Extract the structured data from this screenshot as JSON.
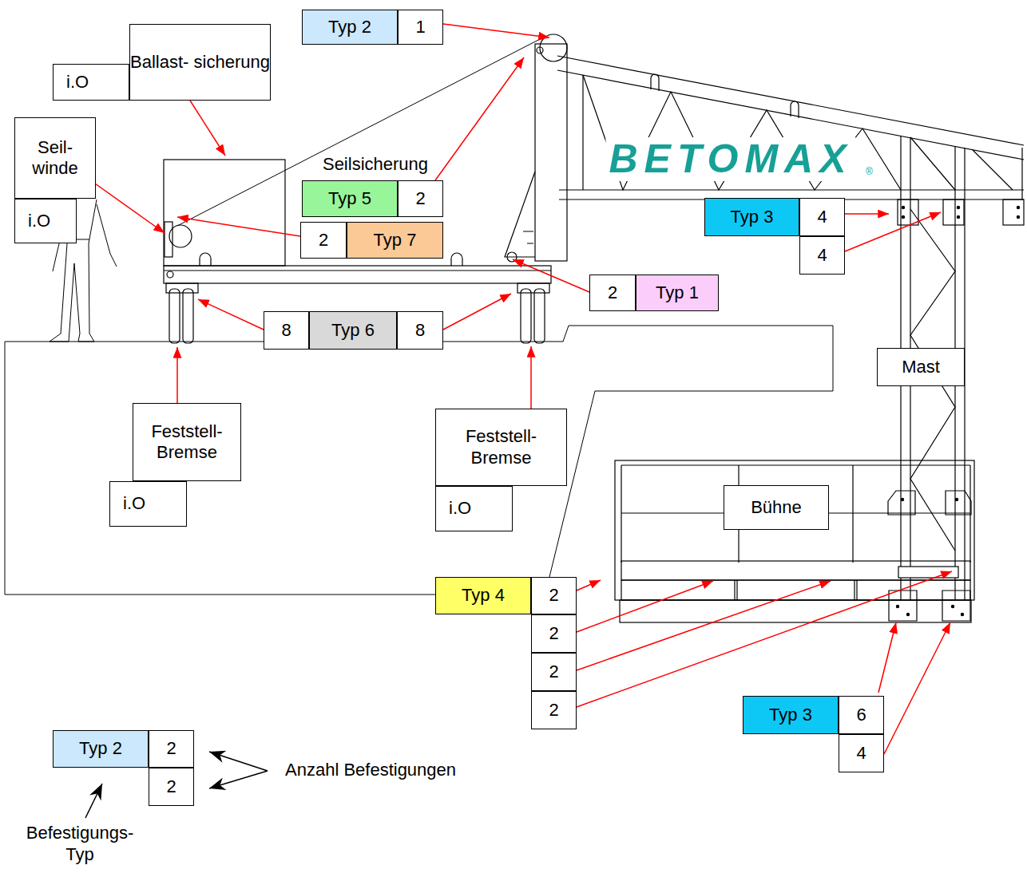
{
  "diagram": {
    "nodes": [
      {
        "text": [
          "Typ 2"
        ]
      },
      {
        "text": [
          "1"
        ]
      },
      {
        "text": [
          "Ballast- sicherung"
        ]
      },
      {
        "text": [
          "i.O"
        ]
      },
      {
        "text": [
          "Seil- winde"
        ]
      },
      {
        "text": [
          "i.O"
        ]
      },
      {
        "text": [
          "Typ 5"
        ]
      },
      {
        "text": [
          "2"
        ]
      },
      {
        "text": [
          "2"
        ]
      },
      {
        "text": [
          "Typ 7"
        ]
      },
      {
        "text": [
          "Typ 3"
        ]
      },
      {
        "text": [
          "4"
        ]
      },
      {
        "text": [
          "4"
        ]
      },
      {
        "text": [
          "2"
        ]
      },
      {
        "text": [
          "Typ 1"
        ]
      },
      {
        "text": [
          "8"
        ]
      },
      {
        "text": [
          "Typ 6"
        ]
      },
      {
        "text": [
          "8"
        ]
      },
      {
        "text": [
          "Mast"
        ]
      },
      {
        "text": [
          "Feststell- Bremse"
        ]
      },
      {
        "text": [
          "i.O"
        ]
      },
      {
        "text": [
          "Feststell- Bremse"
        ]
      },
      {
        "text": [
          "i.O"
        ]
      },
      {
        "text": [
          "Bühne"
        ]
      },
      {
        "text": [
          "Typ 4"
        ]
      },
      {
        "text": [
          "2"
        ]
      },
      {
        "text": [
          "2"
        ]
      },
      {
        "text": [
          "2"
        ]
      },
      {
        "text": [
          "2"
        ]
      },
      {
        "text": [
          "Typ 3"
        ]
      },
      {
        "text": [
          "6"
        ]
      },
      {
        "text": [
          "4"
        ]
      },
      {
        "text": [
          "Typ 2"
        ]
      },
      {
        "text": [
          "2"
        ]
      },
      {
        "text": [
          "2"
        ]
      }
    ],
    "labels": [
      "Seilsicherung",
      "BETOMAX",
      "®",
      "Anzahl Befestigungen",
      "Befestigungs- Typ"
    ]
  }
}
